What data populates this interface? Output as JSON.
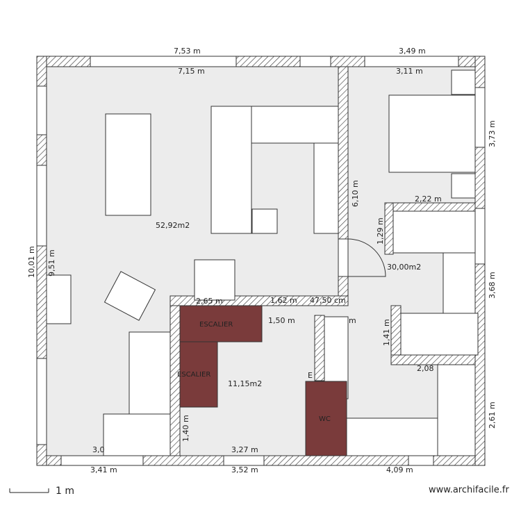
{
  "rooms": {
    "main_area": "52,92m2",
    "bedroom_area": "30,00m2",
    "stair_room_area": "11,15m2"
  },
  "dimensions": {
    "top_outer_left": "7,53 m",
    "top_inner_left": "7,15 m",
    "top_outer_right": "3,49 m",
    "top_inner_right": "3,11 m",
    "right_upper": "3,73 m",
    "right_middle": "3,68 m",
    "right_lower": "2,61 m",
    "partition_height": "6,10 m",
    "wardrobe_width": "2,22 m",
    "wardrobe_depth": "1,29 m",
    "left_outer": "10,01 m",
    "left_inner": "9,51 m",
    "mid_a": "1,62 m",
    "mid_b": "47,50 cm",
    "mid_c": "1,50 m",
    "mid_d": "1,41 m",
    "mid_e": "2,08",
    "mid_f": "2,65 m",
    "mid_g": "1,40 m",
    "mid_h": "3,27 m",
    "mid_i": "3,0",
    "bottom_left": "3,41 m",
    "bottom_mid": "3,52 m",
    "bottom_right": "4,09 m",
    "partial_m": "m",
    "partial_e": "E"
  },
  "fixtures": {
    "stair_1": "ESCALIER",
    "stair_2": "ESCALIER",
    "wc": "WC"
  },
  "scale": {
    "label": "1 m"
  },
  "watermark": "www.archifacile.fr",
  "colors": {
    "floor": "#ececec",
    "stair_fill": "#7a3b3b",
    "wall_stroke": "#333333"
  }
}
